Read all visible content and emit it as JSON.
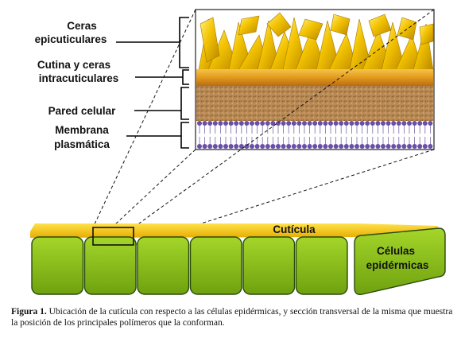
{
  "labels": {
    "ceras_epicuticulares": [
      "Ceras",
      "epicuticulares"
    ],
    "cutina_ceras": [
      "Cutina y ceras",
      "intracuticulares"
    ],
    "pared_celular": [
      "Pared celular"
    ],
    "membrana_plasmatica": [
      "Membrana",
      "plasmática"
    ],
    "cuticula": "Cutícula",
    "celulas_epidermicas": [
      "Células",
      "epidérmicas"
    ]
  },
  "caption": {
    "figure": "Figura 1.",
    "text": "Ubicación de la cutícula con respecto a las células epidérmicas, y sección transversal de la misma que muestra la posición de los principales polímeros que la conforman."
  },
  "colors": {
    "wax_yellow": "#f2c200",
    "cutin_orange": "#e9a21a",
    "wall_brown": "#b98a55",
    "membrane_purple": "#6a4fa8",
    "cell_green": "#8cc21a",
    "cell_border": "#2a4a10",
    "cuticle_yellow": "#f7c600"
  }
}
